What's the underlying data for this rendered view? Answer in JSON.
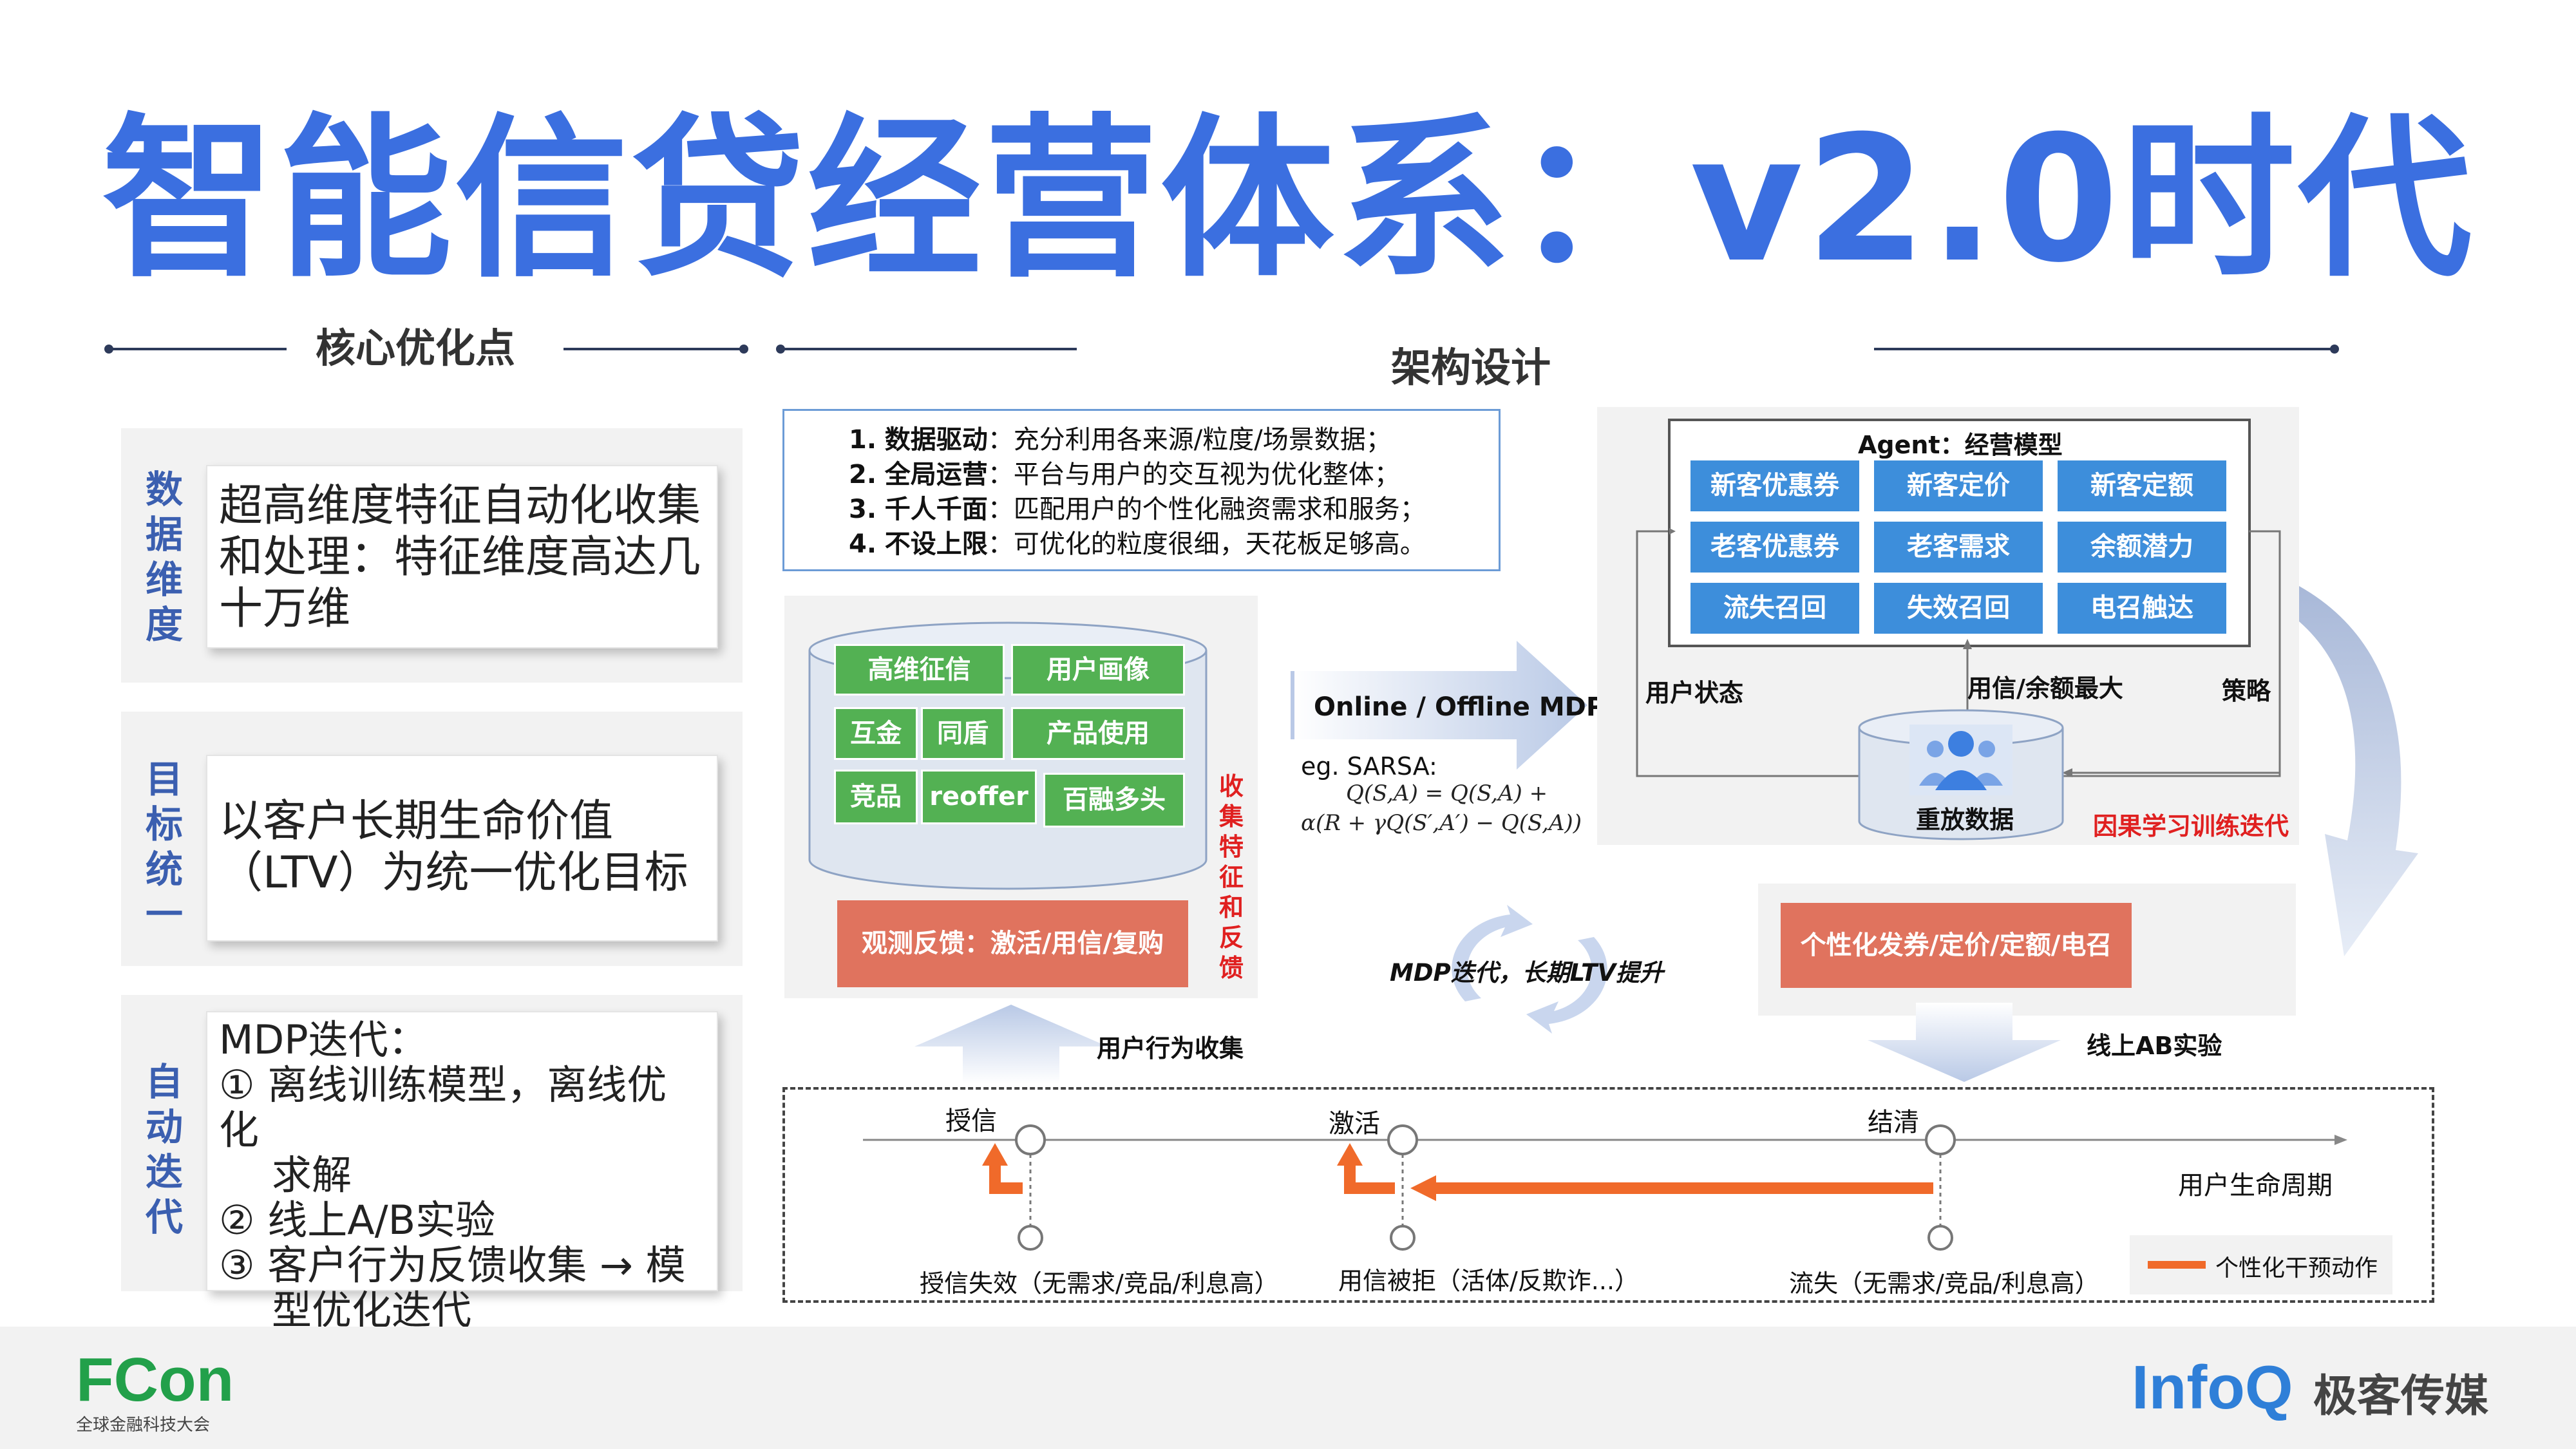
{
  "title": "智能信贷经营体系：v2.0时代",
  "left": {
    "heading": "核心优化点",
    "rows": [
      {
        "label": "数\n据\n维\n度",
        "text": "超高维度特征自动化收集和处理：特征维度高达几十万维"
      },
      {
        "label": "目\n标\n统\n一",
        "text": "以客户长期生命价值（LTV）为统一优化目标"
      },
      {
        "label": "自\n动\n迭\n代",
        "lines": [
          "MDP迭代：",
          "① 离线训练模型，离线优化",
          "求解",
          "② 线上A/B实验",
          "③ 客户行为反馈收集 → 模",
          "型优化迭代"
        ]
      }
    ]
  },
  "arch": {
    "heading": "架构设计",
    "notes": [
      {
        "num": "1.",
        "bold": "数据驱动",
        "text": "：充分利用各来源/粒度/场景数据；"
      },
      {
        "num": "2.",
        "bold": "全局运营",
        "text": "：平台与用户的交互视为优化整体；"
      },
      {
        "num": "3.",
        "bold": "千人千面",
        "text": "：匹配用户的个性化融资需求和服务；"
      },
      {
        "num": "4.",
        "bold": "不设上限",
        "text": "：可优化的粒度很细，天花板足够高。"
      }
    ],
    "features": [
      "高维征信",
      "用户画像",
      "互金",
      "同盾",
      "产品使用",
      "竞品",
      "reoffer",
      "百融多头"
    ],
    "collect_label": "收\n集\n特\n征\n和\n反\n馈",
    "feedback": "观测反馈：激活/用信/复购",
    "mdp_label": "Online / Offline MDP",
    "sarsa_label": "eg. SARSA:",
    "formula_1": "Q(S,A) = Q(S,A) +",
    "formula_2": "α(R + γQ(S′,A′) − Q(S,A))",
    "agent_title": "Agent：经营模型",
    "agent_items": [
      "新客优惠券",
      "新客定价",
      "新客定额",
      "老客优惠券",
      "老客需求",
      "余额潜力",
      "流失召回",
      "失效召回",
      "电召触达"
    ],
    "user_state": "用户状态",
    "reward": "用信/余额最大",
    "policy": "策略",
    "replay": "重放数据",
    "causal": "因果学习训练迭代",
    "loop_label": "MDP迭代，长期LTV提升",
    "personalize": "个性化发券/定价/定额/电召",
    "behavior": "用户行为收集",
    "ab": "线上AB实验",
    "lifecycle": {
      "stages": [
        "授信",
        "激活",
        "结清"
      ],
      "fails": [
        "授信失效（无需求/竞品/利息高）",
        "用信被拒（活体/反欺诈...）",
        "流失（无需求/竞品/利息高）"
      ],
      "axis": "用户生命周期",
      "legend": "个性化干预动作"
    }
  },
  "footer": {
    "fcon": "FCon",
    "fcon_sub": "全球金融科技大会",
    "infoq": "InfoQ",
    "geek": "极客传媒"
  },
  "colors": {
    "title": "#3b6fe0",
    "green": "#53b153",
    "blue": "#3d8edb",
    "red": "#e0735e",
    "orange": "#f06a2a"
  }
}
